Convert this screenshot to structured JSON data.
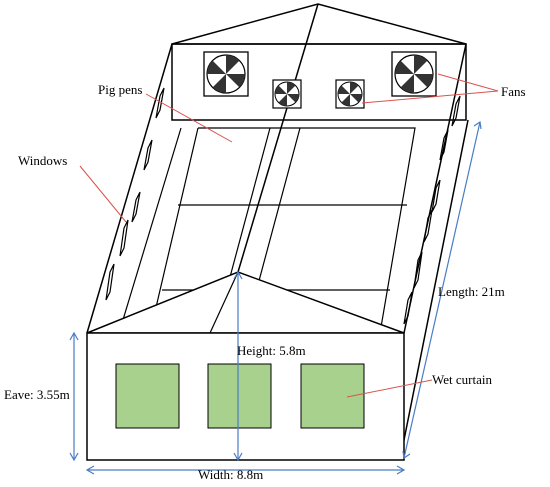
{
  "labels": {
    "pig_pens": "Pig pens",
    "windows": "Windows",
    "fans": "Fans",
    "length": "Length: 21m",
    "height": "Height: 5.8m",
    "eave": "Eave: 3.55m",
    "width": "Width: 8.8m",
    "wet_curtain": "Wet curtain"
  },
  "colors": {
    "wet_curtain": "#a9d18e",
    "dimension": "#4a7cc4",
    "leader": "#d9534f",
    "outline": "#000000"
  },
  "icons": [
    "exhaust-fan-icon",
    "window-icon",
    "wet-curtain-panel"
  ]
}
